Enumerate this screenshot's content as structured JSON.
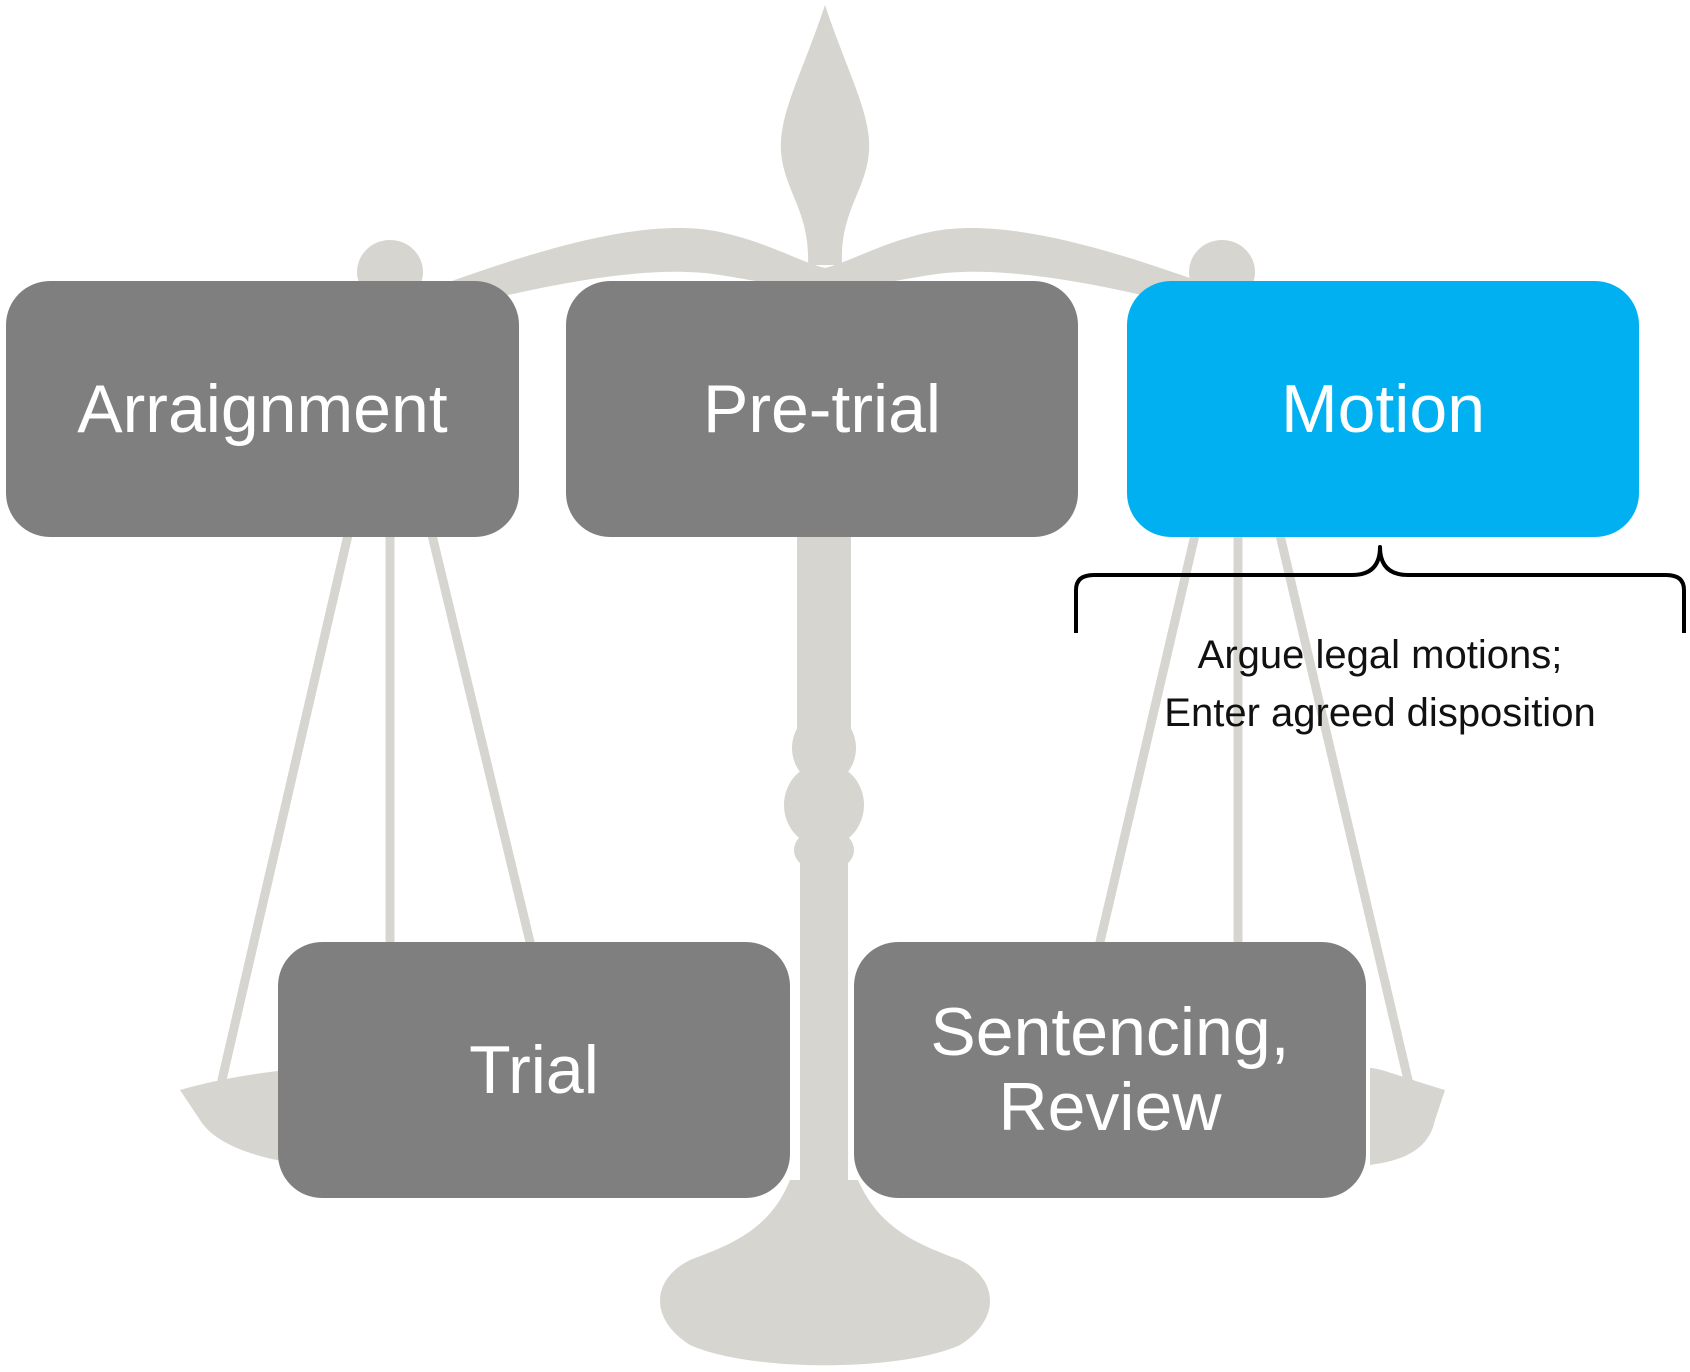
{
  "colors": {
    "background": "#ffffff",
    "scale_silhouette": "#d6d5d0",
    "stage_default": "#7f7f7f",
    "stage_highlight": "#00b0f0",
    "stage_text": "#ffffff",
    "annotation_text": "#111111"
  },
  "background_graphic": "scales-of-justice-silhouette",
  "stages": {
    "arraignment": {
      "label": "Arraignment",
      "highlighted": false
    },
    "pretrial": {
      "label": "Pre-trial",
      "highlighted": false
    },
    "motion": {
      "label": "Motion",
      "highlighted": true
    },
    "trial": {
      "label": "Trial",
      "highlighted": false
    },
    "sentencing": {
      "label": "Sentencing,\nReview",
      "highlighted": false
    }
  },
  "annotation": {
    "attached_to": "motion",
    "line1": "Argue legal motions;",
    "line2": "Enter agreed disposition"
  }
}
